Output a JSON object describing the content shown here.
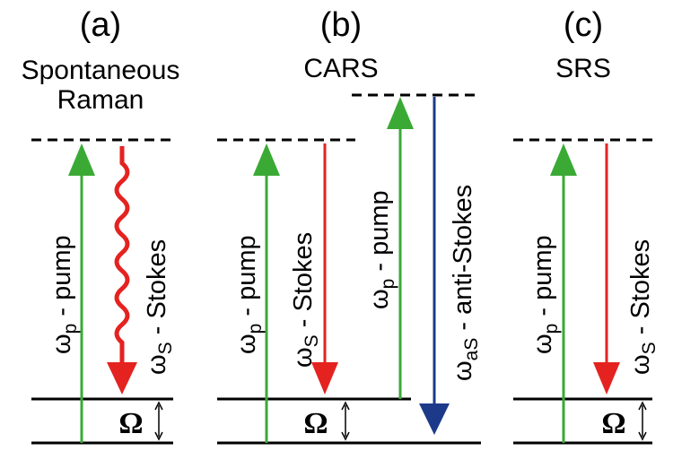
{
  "panels": [
    {
      "letter": "(a)",
      "title_line1": "Spontaneous",
      "title_line2": "Raman",
      "pump": {
        "omega": "ω",
        "sub": "p",
        "text": " - pump"
      },
      "stokes": {
        "omega": "ω",
        "sub": "S",
        "text": " - Stokes"
      },
      "omega": "Ω"
    },
    {
      "letter": "(b)",
      "title_line1": "CARS",
      "pump": {
        "omega": "ω",
        "sub": "p",
        "text": " - pump"
      },
      "stokes": {
        "omega": "ω",
        "sub": "S",
        "text": " - Stokes"
      },
      "pump2": {
        "omega": "ω",
        "sub": "p",
        "text": " - pump"
      },
      "antistokes": {
        "omega": "ω",
        "sub": "aS",
        "text": " - anti-Stokes"
      },
      "omega": "Ω"
    },
    {
      "letter": "(c)",
      "title_line1": "SRS",
      "pump": {
        "omega": "ω",
        "sub": "p",
        "text": " - pump"
      },
      "stokes": {
        "omega": "ω",
        "sub": "S",
        "text": " - Stokes"
      },
      "omega": "Ω"
    }
  ],
  "colors": {
    "pump": "#3aaa35",
    "stokes": "#e42320",
    "antistokes": "#1d3a8a",
    "level": "#000000"
  }
}
